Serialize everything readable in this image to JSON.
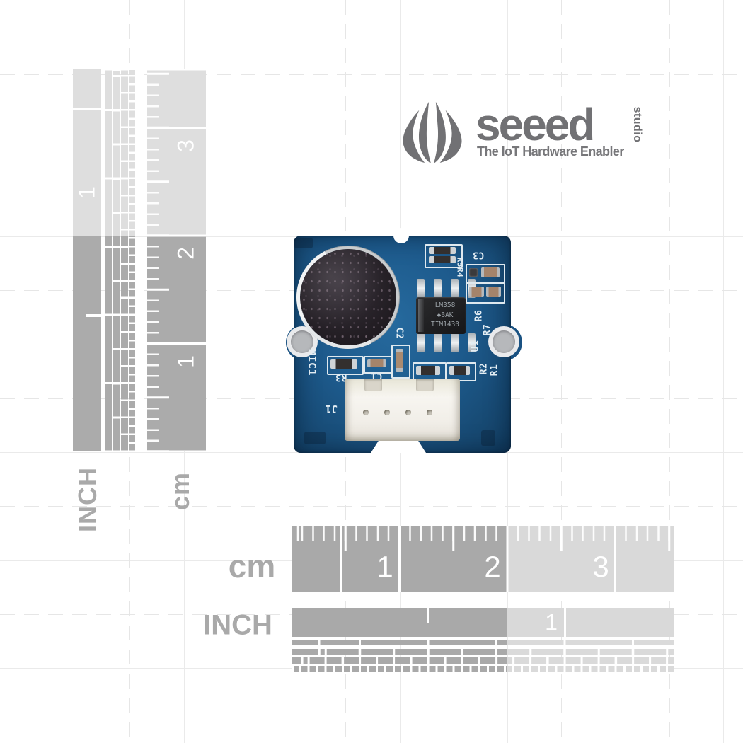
{
  "logo": {
    "brand": "seeed",
    "studio": "studio",
    "tagline": "The IoT Hardware Enabler"
  },
  "rulers": {
    "side": {
      "inch_label": "INCH",
      "cm_label": "cm",
      "inch_number": "1",
      "cm_numbers": [
        "3",
        "2",
        "1"
      ]
    },
    "bottom": {
      "cm_label": "cm",
      "inch_label": "INCH",
      "cm_numbers": [
        "1",
        "2",
        "3"
      ],
      "inch_number": "1"
    }
  },
  "pcb": {
    "silkscreen": {
      "mic": "MIC1",
      "r3": "R3",
      "c1": "C1",
      "c2": "C2",
      "j1": "J1",
      "r5r4": "R5R4",
      "c3": "C3",
      "r6": "R6",
      "r7": "R7",
      "u1": "U1",
      "r2": "R2",
      "r1": "R1"
    },
    "ic": {
      "line1": "LM358",
      "line2": "◆BAK",
      "line3": "TIM1430"
    }
  },
  "colors": {
    "board_blue": "#1d5a8c",
    "ruler_dark": "#a9a9a9",
    "ruler_light": "#dcdcdc",
    "label_gray": "#a9a9a9",
    "logo_gray": "#717174",
    "silkscreen_white": "#e3edf3"
  }
}
